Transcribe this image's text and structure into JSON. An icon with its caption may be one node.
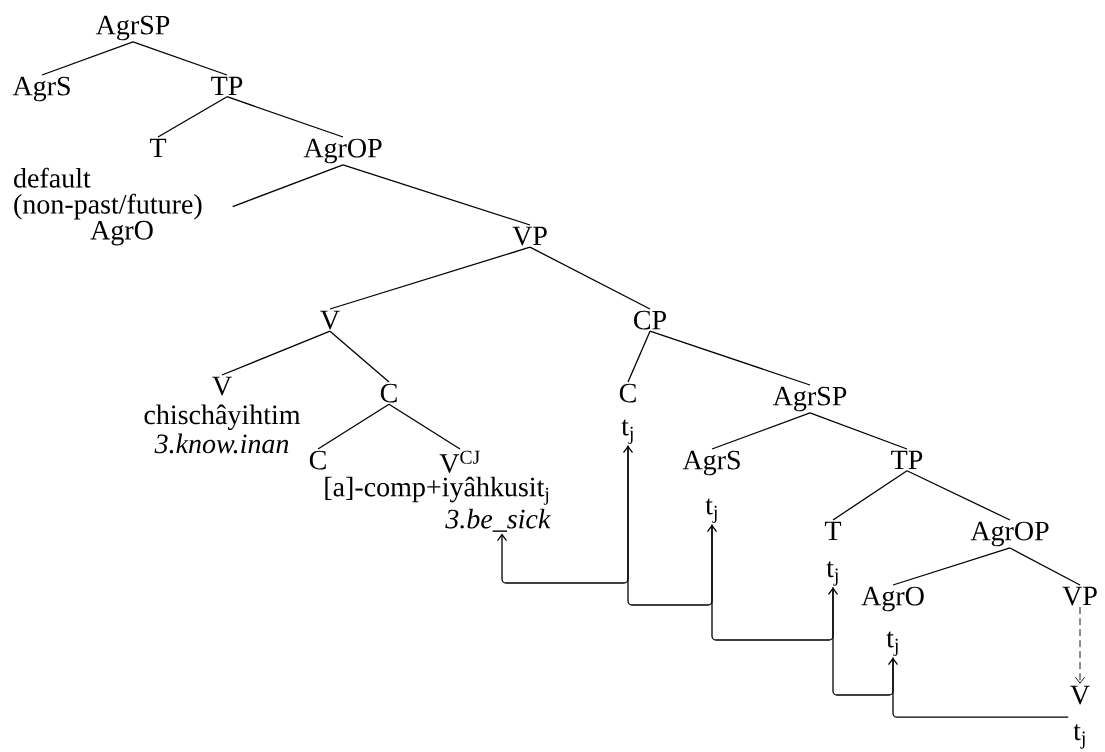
{
  "diagram": {
    "nodes": [
      {
        "text": [
          "AgrSP"
        ]
      },
      {
        "text": [
          "AgrS"
        ]
      },
      {
        "text": [
          "TP"
        ]
      },
      {
        "text": [
          "T"
        ]
      },
      {
        "text": [
          "AgrOP"
        ]
      },
      {
        "text": [
          "default (non-past/future)",
          "AgrO"
        ]
      },
      {
        "text": [
          "VP"
        ]
      },
      {
        "text": [
          "V"
        ]
      },
      {
        "text": [
          "CP"
        ]
      },
      {
        "text": [
          "V",
          "chischâyihtim",
          "3.know.inan"
        ]
      },
      {
        "text": [
          "C"
        ]
      },
      {
        "text": [
          "C",
          "t$_{j}$"
        ]
      },
      {
        "text": [
          "AgrSP"
        ]
      },
      {
        "text": [
          "C"
        ]
      },
      {
        "text": [
          "V$^{CJ}$"
        ]
      },
      {
        "text": [
          "AgrS",
          "t$_{j}$"
        ]
      },
      {
        "text": [
          "TP"
        ]
      },
      {
        "text": [
          "[a]-comp+iyâhkusit$_{j}$",
          "3.be_sick"
        ]
      },
      {
        "text": [
          "T",
          "t$_{j}$"
        ]
      },
      {
        "text": [
          "AgrOP"
        ]
      },
      {
        "text": [
          "AgrO",
          "t$_{j}$"
        ]
      },
      {
        "text": [
          "VP"
        ]
      },
      {
        "text": [
          "V",
          "t$_{j}$"
        ]
      }
    ],
    "edges": [
      {
        "from": 0,
        "to": 1,
        "arrow": "none"
      },
      {
        "from": 0,
        "to": 2,
        "arrow": "none"
      },
      {
        "from": 2,
        "to": 3,
        "arrow": "none"
      },
      {
        "from": 2,
        "to": 4,
        "arrow": "none"
      },
      {
        "from": 4,
        "to": 5,
        "arrow": "none"
      },
      {
        "from": 4,
        "to": 6,
        "arrow": "none"
      },
      {
        "from": 6,
        "to": 7,
        "arrow": "none"
      },
      {
        "from": 6,
        "to": 8,
        "arrow": "none"
      },
      {
        "from": 7,
        "to": 9,
        "arrow": "none"
      },
      {
        "from": 7,
        "to": 10,
        "arrow": "none"
      },
      {
        "from": 8,
        "to": 11,
        "arrow": "none"
      },
      {
        "from": 8,
        "to": 12,
        "arrow": "none"
      },
      {
        "from": 10,
        "to": 13,
        "arrow": "none"
      },
      {
        "from": 10,
        "to": 14,
        "arrow": "none"
      },
      {
        "from": 12,
        "to": 15,
        "arrow": "none"
      },
      {
        "from": 12,
        "to": 16,
        "arrow": "none"
      },
      {
        "from": 16,
        "to": 18,
        "arrow": "none"
      },
      {
        "from": 16,
        "to": 19,
        "arrow": "none"
      },
      {
        "from": 19,
        "to": 20,
        "arrow": "none"
      },
      {
        "from": 19,
        "to": 21,
        "arrow": "none"
      },
      {
        "from": 21,
        "to": 22,
        "arrow": "to",
        "style": "dashed"
      },
      {
        "from": 22,
        "to": 20,
        "arrow": "to"
      },
      {
        "from": 20,
        "to": 18,
        "arrow": "to"
      },
      {
        "from": 18,
        "to": 15,
        "arrow": "to"
      },
      {
        "from": 15,
        "to": 11,
        "arrow": "to"
      },
      {
        "from": 11,
        "to": 17,
        "arrow": "to"
      }
    ]
  }
}
